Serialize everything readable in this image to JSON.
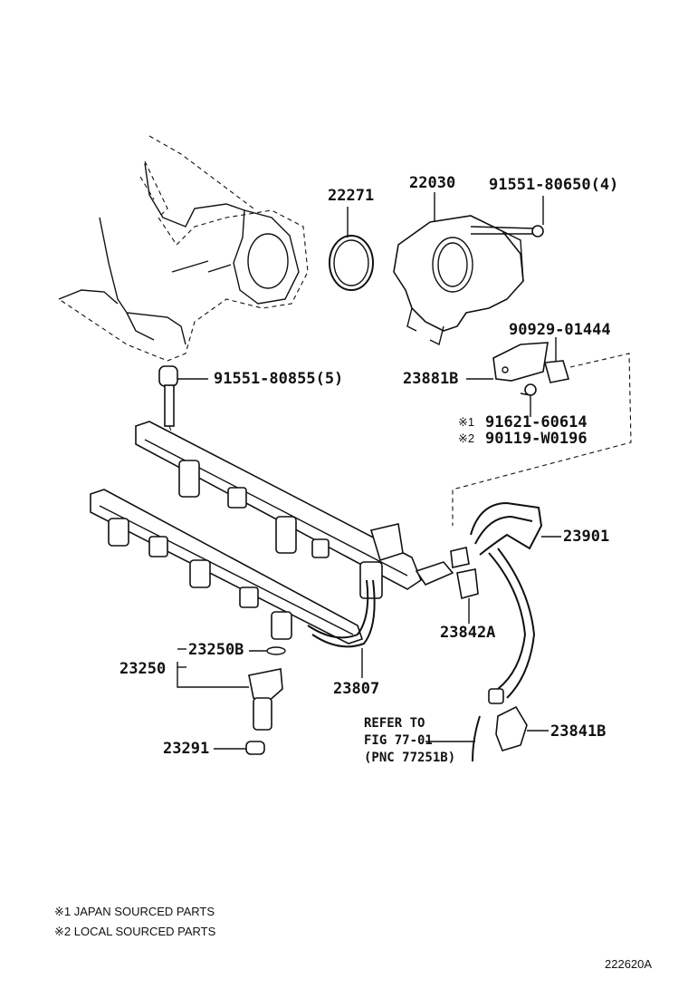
{
  "labels": {
    "p22271": "22271",
    "p22030": "22030",
    "p91551_80650": "91551-80650(4)",
    "p90929_01444": "90929-01444",
    "p23881B": "23881B",
    "p91551_80855": "91551-80855(5)",
    "p91621_60614": "91621-60614",
    "p90119_W0196": "90119-W0196",
    "p23901": "23901",
    "p23842A": "23842A",
    "p23250B": "23250B",
    "p23250": "23250",
    "p23807": "23807",
    "p23291": "23291",
    "p23841B": "23841B"
  },
  "markers": {
    "m1": "※1",
    "m2": "※2"
  },
  "refer": {
    "line1": "REFER TO",
    "line2": "FIG 77-01",
    "line3": "(PNC 77251B)"
  },
  "notes": {
    "n1": "※1 JAPAN SOURCED PARTS",
    "n2": "※2 LOCAL SOURCED PARTS"
  },
  "figure_code": "222620A"
}
